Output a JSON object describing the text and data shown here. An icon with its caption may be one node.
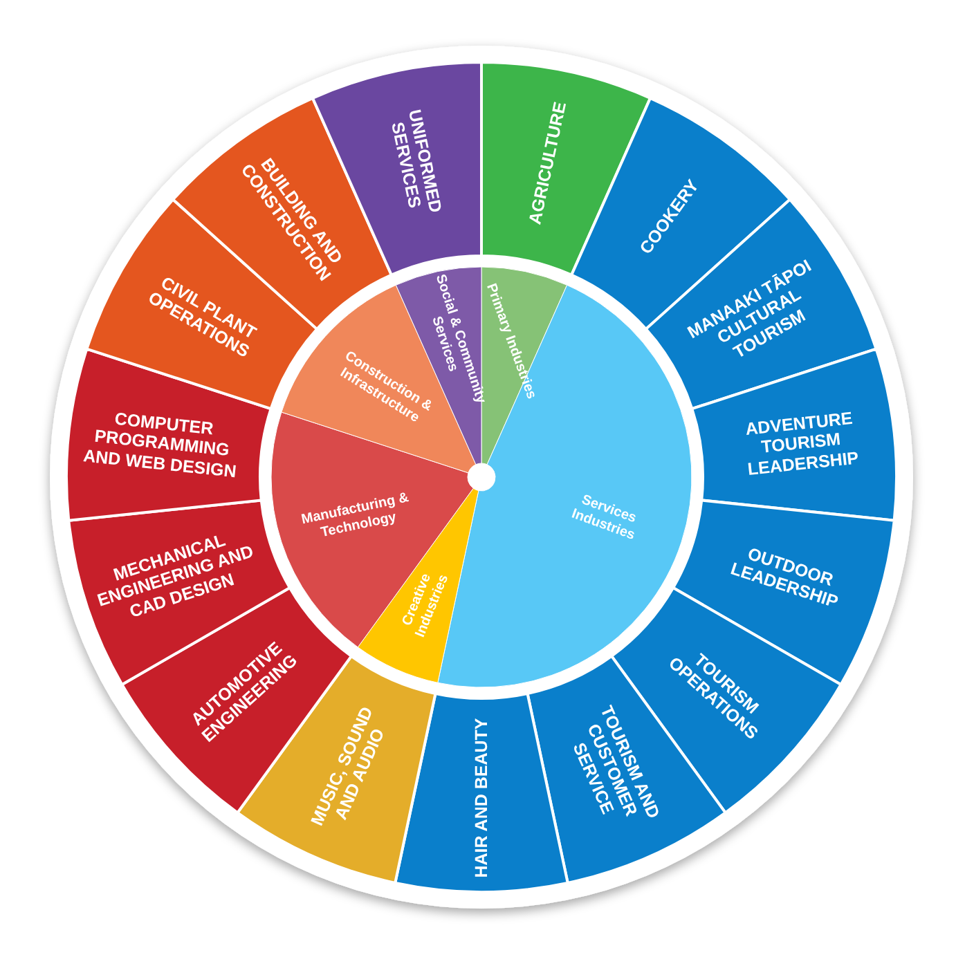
{
  "diagram": {
    "nodes": [
      {
        "text": [
          "AGRICULTURE"
        ]
      },
      {
        "text": [
          "COOKERY"
        ]
      },
      {
        "text": [
          "MANAAKI TĀPOI CULTURAL TOURISM"
        ]
      },
      {
        "text": [
          "ADVENTURE TOURISM LEADERSHIP"
        ]
      },
      {
        "text": [
          "OUTDOOR LEADERSHIP"
        ]
      },
      {
        "text": [
          "TOURISM OPERATIONS"
        ]
      },
      {
        "text": [
          "TOURISM AND CUSTOMER SERVICE"
        ]
      },
      {
        "text": [
          "HAIR AND BEAUTY"
        ]
      },
      {
        "text": [
          "MUSIC, SOUND AND AUDIO"
        ]
      },
      {
        "text": [
          "AUTOMOTIVE ENGINEERING"
        ]
      },
      {
        "text": [
          "MECHANICAL ENGINEERING AND CAD DESIGN"
        ]
      },
      {
        "text": [
          "COMPUTER PROGRAMMING AND WEB DESIGN"
        ]
      },
      {
        "text": [
          "CIVIL PLANT OPERATIONS"
        ]
      },
      {
        "text": [
          "BUILDING AND CONSTRUCTION"
        ]
      },
      {
        "text": [
          "UNIFORMED SERVICES"
        ]
      },
      {
        "text": [
          "Primary Industries"
        ]
      },
      {
        "text": [
          "Services Industries"
        ]
      },
      {
        "text": [
          "Creative Industries"
        ]
      },
      {
        "text": [
          "Manufacturing & Technology"
        ]
      },
      {
        "text": [
          "Construction & Infrastructure"
        ]
      },
      {
        "text": [
          "Social & Community Services"
        ]
      }
    ]
  }
}
